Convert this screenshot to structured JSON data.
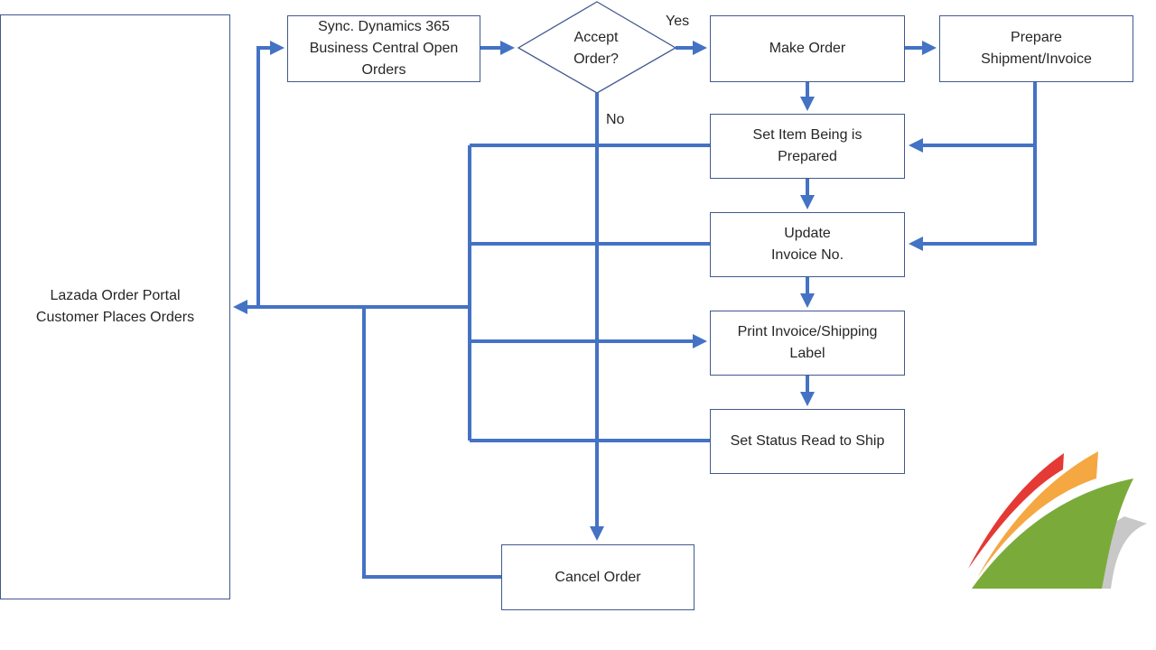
{
  "diagram": {
    "title": "Lazada Order Processing Flow",
    "colors": {
      "connector": "#4472c4",
      "box_border": "#41598f",
      "logo_red": "#e53935",
      "logo_orange": "#f5a742",
      "logo_green": "#7aab3a",
      "logo_gray": "#c8c8c8"
    },
    "nodes": {
      "portal": {
        "line1": "Lazada Order Portal",
        "line2": "Customer Places Orders"
      },
      "sync": {
        "line1": "Sync. Dynamics 365",
        "line2": "Business Central Open",
        "line3": "Orders"
      },
      "decision": {
        "line1": "Accept",
        "line2": "Order?"
      },
      "make_order": {
        "line1": "Make Order"
      },
      "prepare": {
        "line1": "Prepare",
        "line2": "Shipment/Invoice"
      },
      "set_item": {
        "line1": "Set Item Being is",
        "line2": "Prepared"
      },
      "update_invoice": {
        "line1": "Update",
        "line2": "Invoice No."
      },
      "print_label": {
        "line1": "Print Invoice/Shipping",
        "line2": "Label"
      },
      "ready_ship": {
        "line1": "Set Status Read to Ship"
      },
      "cancel": {
        "line1": "Cancel Order"
      }
    },
    "edge_labels": {
      "yes": "Yes",
      "no": "No"
    },
    "logo": {
      "icon": "company-logo-icon"
    }
  }
}
